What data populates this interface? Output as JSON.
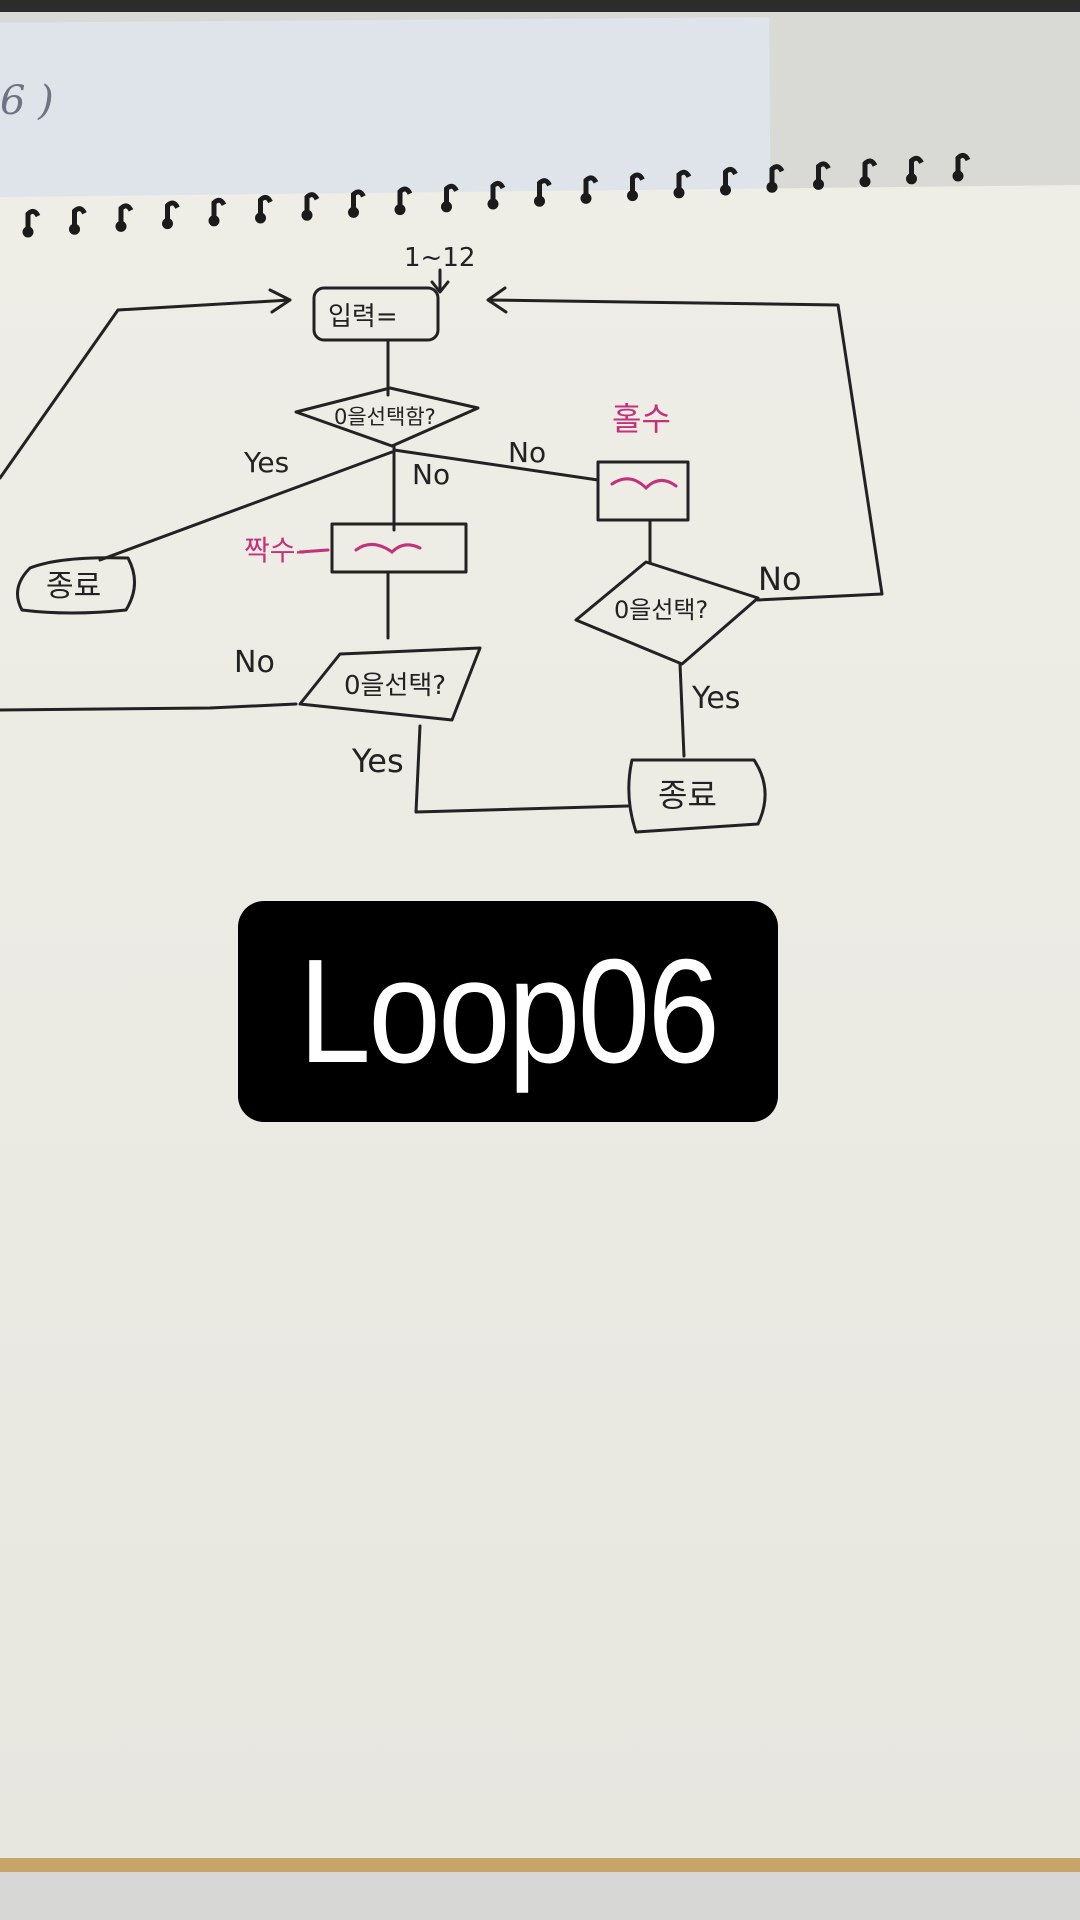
{
  "title": {
    "text": "Loop06"
  },
  "background_note": {
    "text": "6 )"
  },
  "diagram": {
    "top_input_label": "1~12",
    "nodes": {
      "input": "입력=",
      "decision_main": "0을선택함?",
      "end_left": "종료",
      "process_center": "짝수-",
      "decision_center": "0을선택?",
      "process_right": "홀수",
      "decision_right": "0을선택?",
      "end_bottom": "종료"
    },
    "edge_labels": {
      "main_yes": "Yes",
      "main_no_down": "No",
      "main_no_right": "No",
      "center_no": "No",
      "center_yes": "Yes",
      "right_no": "No",
      "right_yes": "Yes"
    }
  },
  "colors": {
    "ink": "#222222",
    "pink_ink": "#c4317a",
    "paper": "#eeede6",
    "label_bg": "#000000",
    "label_text": "#ffffff"
  }
}
